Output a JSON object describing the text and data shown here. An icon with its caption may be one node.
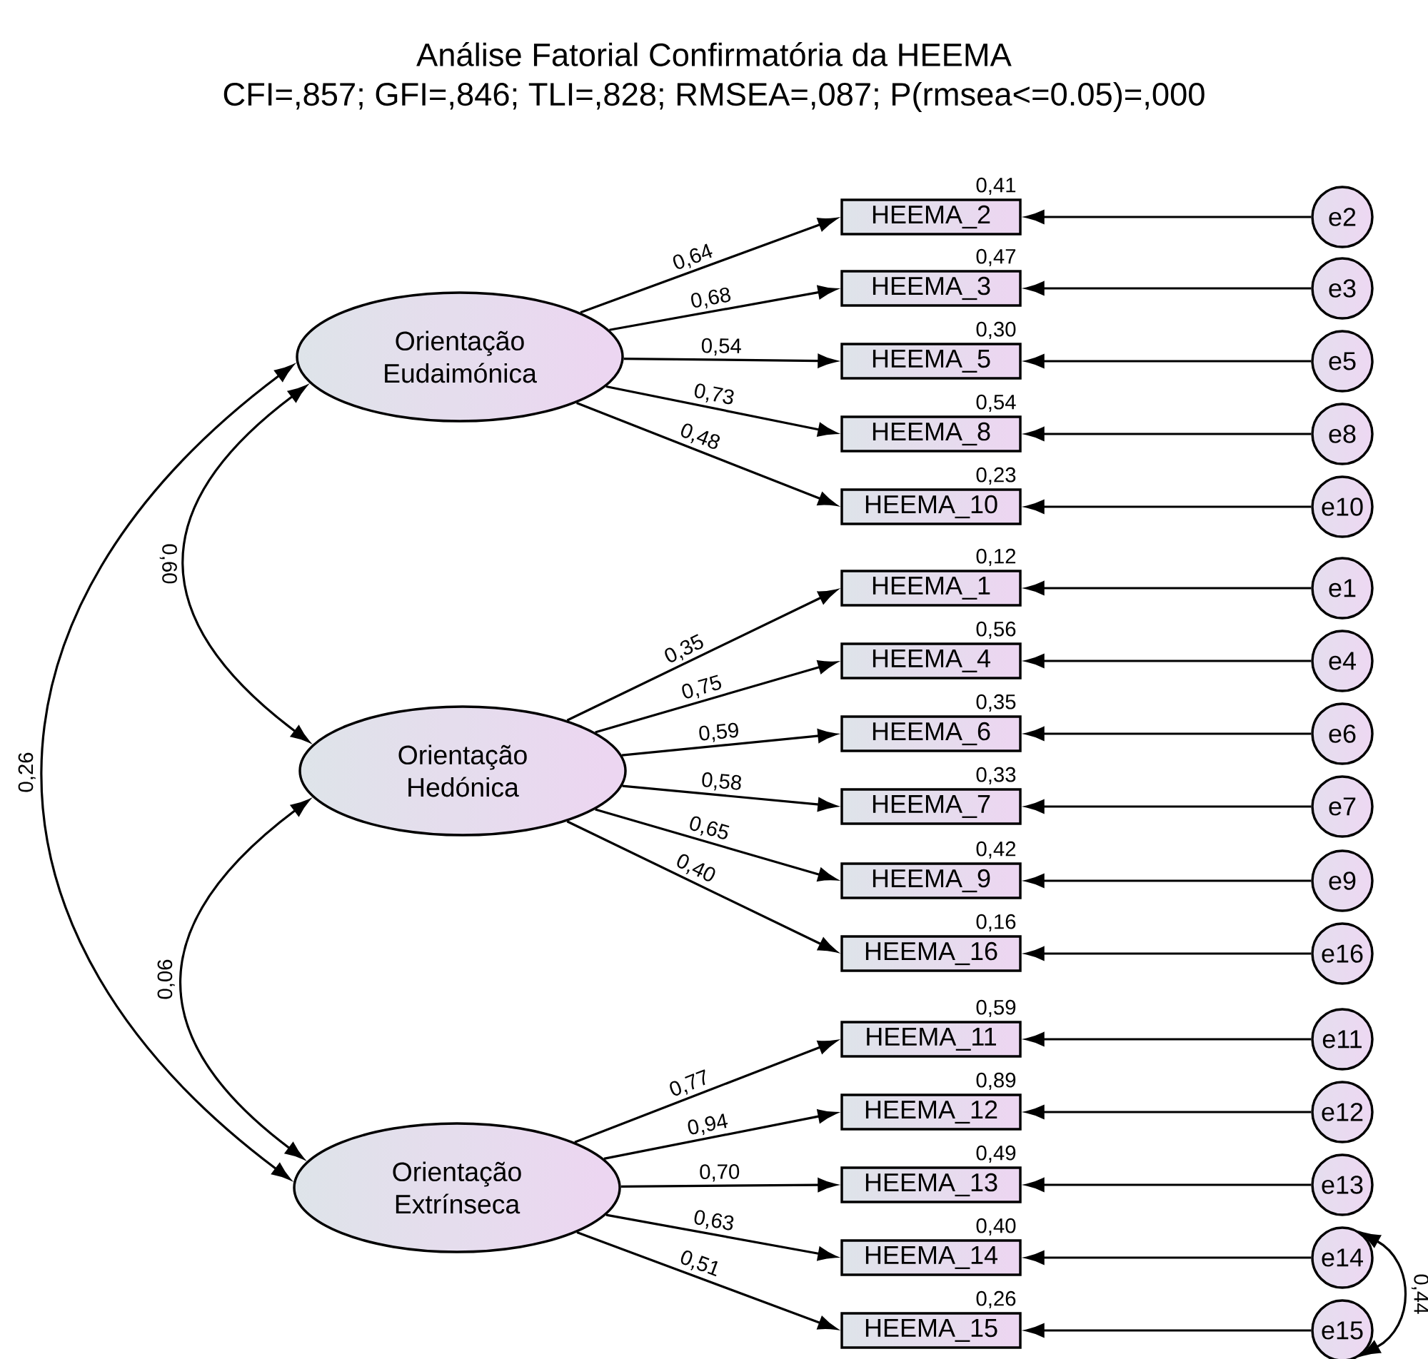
{
  "diagram": {
    "title": "Análise Fatorial Confirmatória da HEEMA",
    "nodes": [
      {
        "text": [
          "Orientação Eudaimónica"
        ]
      },
      {
        "text": [
          "HEEMA_2"
        ],
        "beside": [
          "0,41"
        ]
      },
      {
        "text": [
          "HEEMA_3"
        ],
        "beside": [
          "0,47"
        ]
      },
      {
        "text": [
          "HEEMA_5"
        ],
        "beside": [
          "0,30"
        ]
      },
      {
        "text": [
          "HEEMA_8"
        ],
        "beside": [
          "0,54"
        ]
      },
      {
        "text": [
          "HEEMA_10"
        ],
        "beside": [
          "0,23"
        ]
      },
      {
        "text": [
          "Orientação Hedónica"
        ]
      },
      {
        "text": [
          "HEEMA_1"
        ],
        "beside": [
          "0,12"
        ]
      },
      {
        "text": [
          "HEEMA_4"
        ],
        "beside": [
          "0,56"
        ]
      },
      {
        "text": [
          "HEEMA_6"
        ],
        "beside": [
          "0,35"
        ]
      },
      {
        "text": [
          "HEEMA_7"
        ],
        "beside": [
          "0,33"
        ]
      },
      {
        "text": [
          "HEEMA_9"
        ],
        "beside": [
          "0,42"
        ]
      },
      {
        "text": [
          "HEEMA_16"
        ],
        "beside": [
          "0,16"
        ]
      },
      {
        "text": [
          "Orientação Extrínseca"
        ]
      },
      {
        "text": [
          "HEEMA_11"
        ],
        "beside": [
          "0,59"
        ]
      },
      {
        "text": [
          "HEEMA_12"
        ],
        "beside": [
          "0,89"
        ]
      },
      {
        "text": [
          "HEEMA_13"
        ],
        "beside": [
          "0,49"
        ]
      },
      {
        "text": [
          "HEEMA_14"
        ],
        "beside": [
          "0,40"
        ]
      },
      {
        "text": [
          "HEEMA_15"
        ],
        "beside": [
          "0,26"
        ]
      },
      {
        "text": [
          "e2"
        ]
      },
      {
        "text": [
          "e3"
        ]
      },
      {
        "text": [
          "e5"
        ]
      },
      {
        "text": [
          "e8"
        ]
      },
      {
        "text": [
          "e10"
        ]
      },
      {
        "text": [
          "e1"
        ]
      },
      {
        "text": [
          "e4"
        ]
      },
      {
        "text": [
          "e6"
        ]
      },
      {
        "text": [
          "e7"
        ]
      },
      {
        "text": [
          "e9"
        ]
      },
      {
        "text": [
          "e16"
        ]
      },
      {
        "text": [
          "e11"
        ]
      },
      {
        "text": [
          "e12"
        ]
      },
      {
        "text": [
          "e13"
        ]
      },
      {
        "text": [
          "e14"
        ]
      },
      {
        "text": [
          "e15"
        ]
      }
    ],
    "edges": [
      {
        "from": 0,
        "to": 1,
        "arrow": "to",
        "label": "0,64"
      },
      {
        "from": 0,
        "to": 2,
        "arrow": "to",
        "label": "0,68"
      },
      {
        "from": 0,
        "to": 3,
        "arrow": "to",
        "label": "0,54"
      },
      {
        "from": 0,
        "to": 4,
        "arrow": "to",
        "label": "0,73"
      },
      {
        "from": 0,
        "to": 5,
        "arrow": "to",
        "label": "0,48"
      },
      {
        "from": 6,
        "to": 7,
        "arrow": "to",
        "label": "0,35"
      },
      {
        "from": 6,
        "to": 8,
        "arrow": "to",
        "label": "0,75"
      },
      {
        "from": 6,
        "to": 9,
        "arrow": "to",
        "label": "0,59"
      },
      {
        "from": 6,
        "to": 10,
        "arrow": "to",
        "label": "0,58"
      },
      {
        "from": 6,
        "to": 11,
        "arrow": "to",
        "label": "0,65"
      },
      {
        "from": 6,
        "to": 12,
        "arrow": "to",
        "label": "0,40"
      },
      {
        "from": 13,
        "to": 14,
        "arrow": "to",
        "label": "0,77"
      },
      {
        "from": 13,
        "to": 15,
        "arrow": "to",
        "label": "0,94"
      },
      {
        "from": 13,
        "to": 16,
        "arrow": "to",
        "label": "0,70"
      },
      {
        "from": 13,
        "to": 17,
        "arrow": "to",
        "label": "0,63"
      },
      {
        "from": 13,
        "to": 18,
        "arrow": "to",
        "label": "0,51"
      },
      {
        "from": 19,
        "to": 1,
        "arrow": "to"
      },
      {
        "from": 20,
        "to": 2,
        "arrow": "to"
      },
      {
        "from": 21,
        "to": 3,
        "arrow": "to"
      },
      {
        "from": 22,
        "to": 4,
        "arrow": "to"
      },
      {
        "from": 23,
        "to": 5,
        "arrow": "to"
      },
      {
        "from": 24,
        "to": 7,
        "arrow": "to"
      },
      {
        "from": 25,
        "to": 8,
        "arrow": "to"
      },
      {
        "from": 26,
        "to": 9,
        "arrow": "to"
      },
      {
        "from": 27,
        "to": 10,
        "arrow": "to"
      },
      {
        "from": 28,
        "to": 11,
        "arrow": "to"
      },
      {
        "from": 29,
        "to": 12,
        "arrow": "to"
      },
      {
        "from": 30,
        "to": 14,
        "arrow": "to"
      },
      {
        "from": 31,
        "to": 15,
        "arrow": "to"
      },
      {
        "from": 32,
        "to": 16,
        "arrow": "to"
      },
      {
        "from": 33,
        "to": 17,
        "arrow": "to"
      },
      {
        "from": 34,
        "to": 18,
        "arrow": "to"
      },
      {
        "from": 0,
        "to": 6,
        "arrow": "both",
        "label": "0,60"
      },
      {
        "from": 0,
        "to": 13,
        "arrow": "both",
        "label": "0,26"
      },
      {
        "from": 6,
        "to": 13,
        "arrow": "both",
        "label": "0,06"
      },
      {
        "from": 33,
        "to": 34,
        "arrow": "both",
        "label": "0,44"
      }
    ],
    "labels": [
      "CFI=,857;  GFI=,846; TLI=,828; RMSEA=,087; P(rmsea<=0.05)=,000"
    ]
  }
}
